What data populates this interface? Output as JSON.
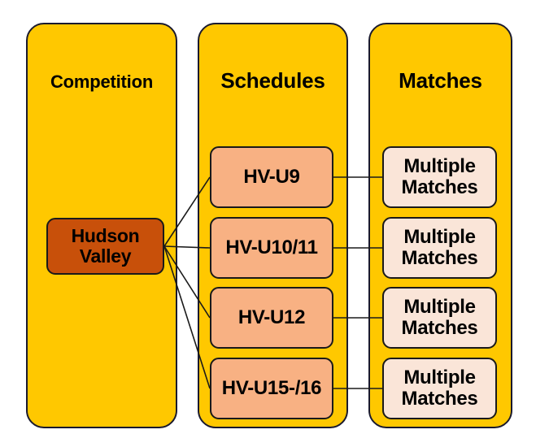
{
  "diagram": {
    "title": "Competition to Schedules to Matches hierarchy",
    "colors": {
      "panel_fill": "#FFC800",
      "panel_stroke": "#1a1a2e",
      "competition_node_fill": "#C8500A",
      "schedule_node_fill": "#F8B183",
      "match_node_fill": "#FAE5D8",
      "node_stroke": "#1a1a1a",
      "connector": "#1a1a1a",
      "text": "#000000",
      "background": "#ffffff"
    },
    "columns": [
      {
        "key": "competition",
        "header": "Competition"
      },
      {
        "key": "schedules",
        "header": "Schedules"
      },
      {
        "key": "matches",
        "header": "Matches"
      }
    ],
    "competition": {
      "nodes": [
        {
          "id": "hudson-valley",
          "line1": "Hudson",
          "line2": "Valley"
        }
      ]
    },
    "schedules": {
      "nodes": [
        {
          "id": "hv-u9",
          "label": "HV-U9"
        },
        {
          "id": "hv-u10-11",
          "label": "HV-U10/11"
        },
        {
          "id": "hv-u12",
          "label": "HV-U12"
        },
        {
          "id": "hv-u15-16",
          "label": "HV-U15-/16"
        }
      ]
    },
    "matches": {
      "nodes": [
        {
          "id": "matches-1",
          "line1": "Multiple",
          "line2": "Matches"
        },
        {
          "id": "matches-2",
          "line1": "Multiple",
          "line2": "Matches"
        },
        {
          "id": "matches-3",
          "line1": "Multiple",
          "line2": "Matches"
        },
        {
          "id": "matches-4",
          "line1": "Multiple",
          "line2": "Matches"
        }
      ]
    }
  }
}
